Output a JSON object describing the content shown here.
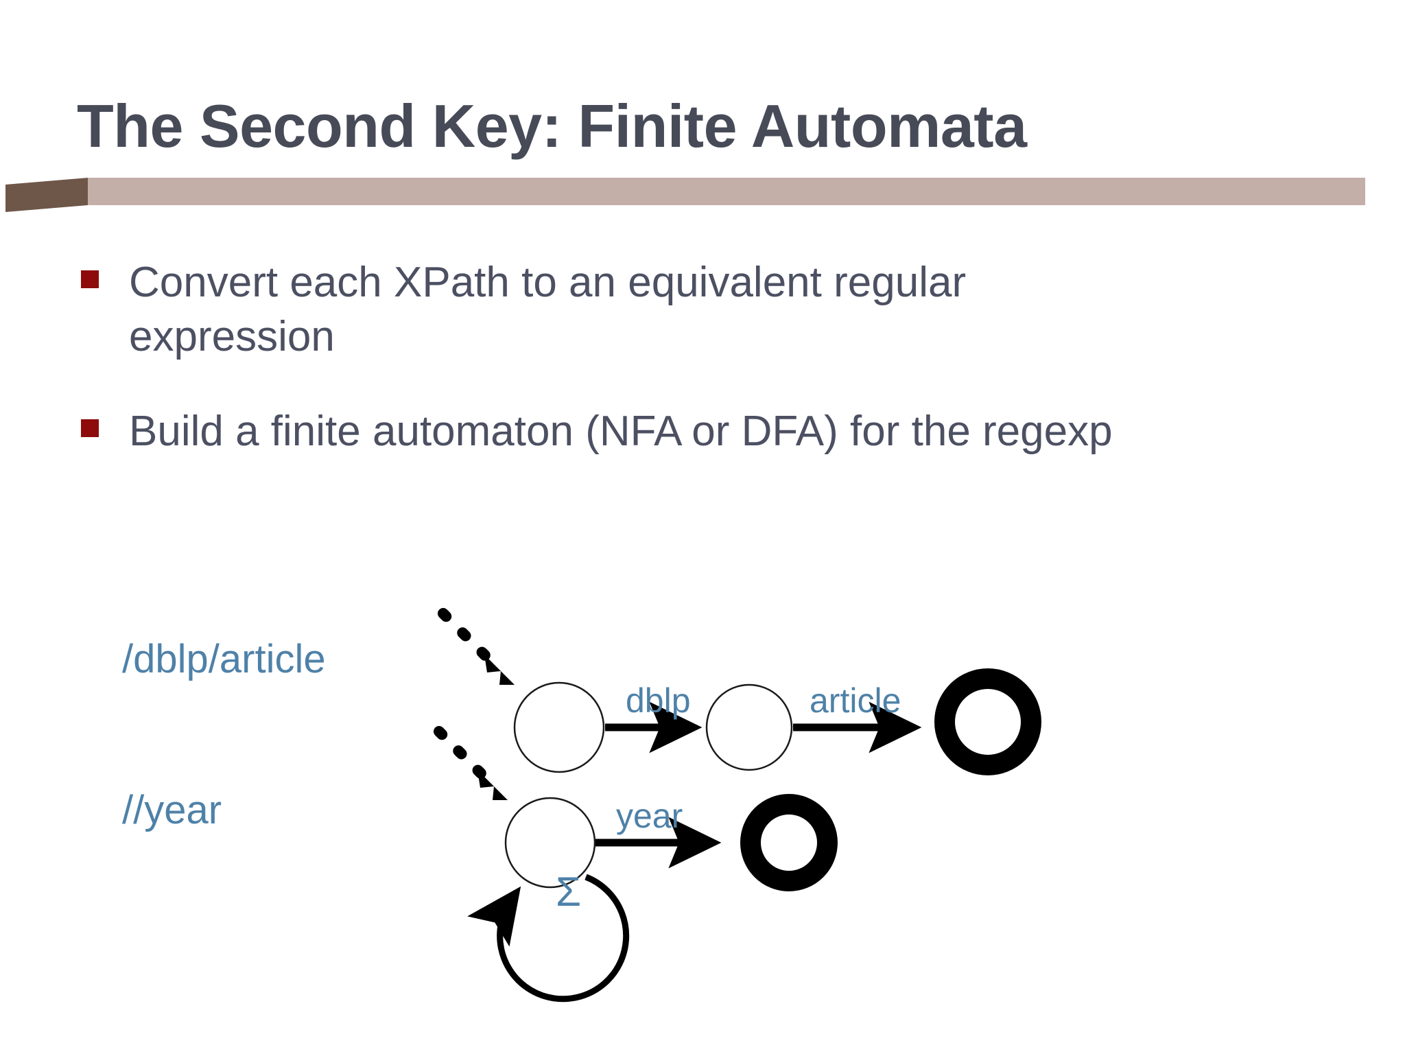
{
  "slide": {
    "title": "The Second Key: Finite Automata",
    "accent_bar_color": "#C3AEA8",
    "accent_bar_tab_color": "#6E5649",
    "title_color": "#474A57"
  },
  "bullets": [
    {
      "marker": "square-bullet",
      "marker_color": "#8D0B0B",
      "text": "Convert each XPath to an equivalent regular expression"
    },
    {
      "marker": "square-bullet",
      "marker_color": "#8D0B0B",
      "text": "Build a finite automaton (NFA or DFA) for the regexp"
    }
  ],
  "diagram": {
    "accent_color": "#4E81A8",
    "automata": [
      {
        "xpath_label": "/dblp/article",
        "start_marker": "dashed-start-arrow",
        "transitions": [
          {
            "label": "dblp"
          },
          {
            "label": "article"
          }
        ],
        "states": [
          "start-state",
          "middle-state",
          "accepting-state"
        ]
      },
      {
        "xpath_label": "//year",
        "start_marker": "dashed-start-arrow",
        "transitions": [
          {
            "label": "year"
          },
          {
            "label": "Σ",
            "kind": "self-loop"
          }
        ],
        "states": [
          "start-state",
          "accepting-state"
        ]
      }
    ]
  }
}
